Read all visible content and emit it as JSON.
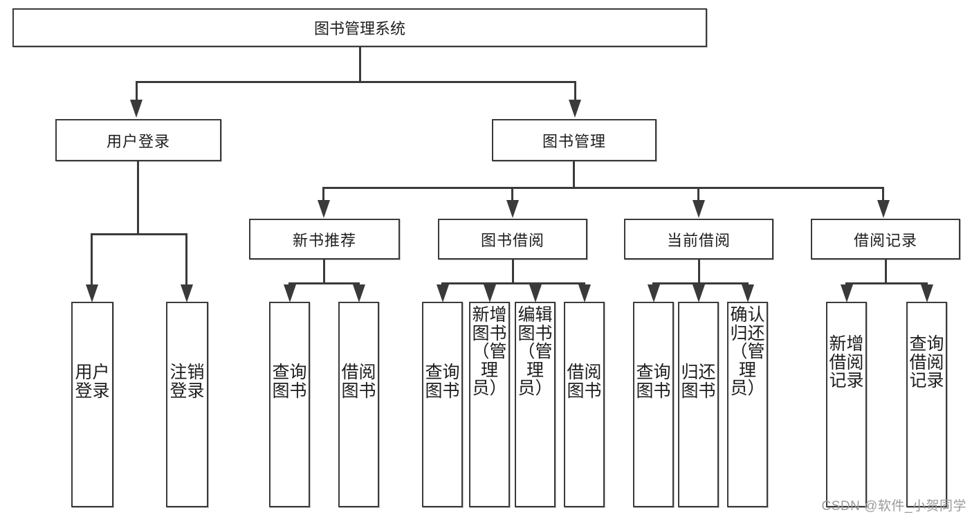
{
  "diagram": {
    "title": "图书管理系统",
    "type": "hierarchy-tree",
    "levels": 4,
    "colors": {
      "stroke": "#3a3a3a",
      "fill": "#ffffff",
      "text": "#1d1d1d",
      "watermark": "#9a9a9a"
    }
  },
  "root": {
    "label": "图书管理系统"
  },
  "level2": [
    {
      "id": "user-login",
      "label": "用户登录"
    },
    {
      "id": "book-management",
      "label": "图书管理"
    }
  ],
  "level3": [
    {
      "id": "new-book-recommend",
      "label": "新书推荐"
    },
    {
      "id": "book-borrow",
      "label": "图书借阅"
    },
    {
      "id": "current-borrow",
      "label": "当前借阅"
    },
    {
      "id": "borrow-record",
      "label": "借阅记录"
    }
  ],
  "leaves": {
    "user_login": [
      {
        "id": "leaf-user-login",
        "label": "用户登录"
      },
      {
        "id": "leaf-logout-login",
        "label": "注销登录"
      }
    ],
    "new_book_recommend": [
      {
        "id": "leaf-query-book-1",
        "label": "查询图书"
      },
      {
        "id": "leaf-borrow-book-1",
        "label": "借阅图书"
      }
    ],
    "book_borrow": [
      {
        "id": "leaf-query-book-2",
        "label": "查询图书"
      },
      {
        "id": "leaf-add-book-admin",
        "label": "新增图书（管理员）"
      },
      {
        "id": "leaf-edit-book-admin",
        "label": "编辑图书（管理员）"
      },
      {
        "id": "leaf-borrow-book-2",
        "label": "借阅图书"
      }
    ],
    "current_borrow": [
      {
        "id": "leaf-query-book-3",
        "label": "查询图书"
      },
      {
        "id": "leaf-return-book",
        "label": "归还图书"
      },
      {
        "id": "leaf-confirm-return-admin",
        "label": "确认归还（管理员）"
      }
    ],
    "borrow_record": [
      {
        "id": "leaf-add-borrow-record",
        "label": "新增借阅记录"
      },
      {
        "id": "leaf-query-borrow-record",
        "label": "查询借阅记录"
      }
    ]
  },
  "watermark": {
    "text": "CSDN @软件_小贺同学"
  }
}
